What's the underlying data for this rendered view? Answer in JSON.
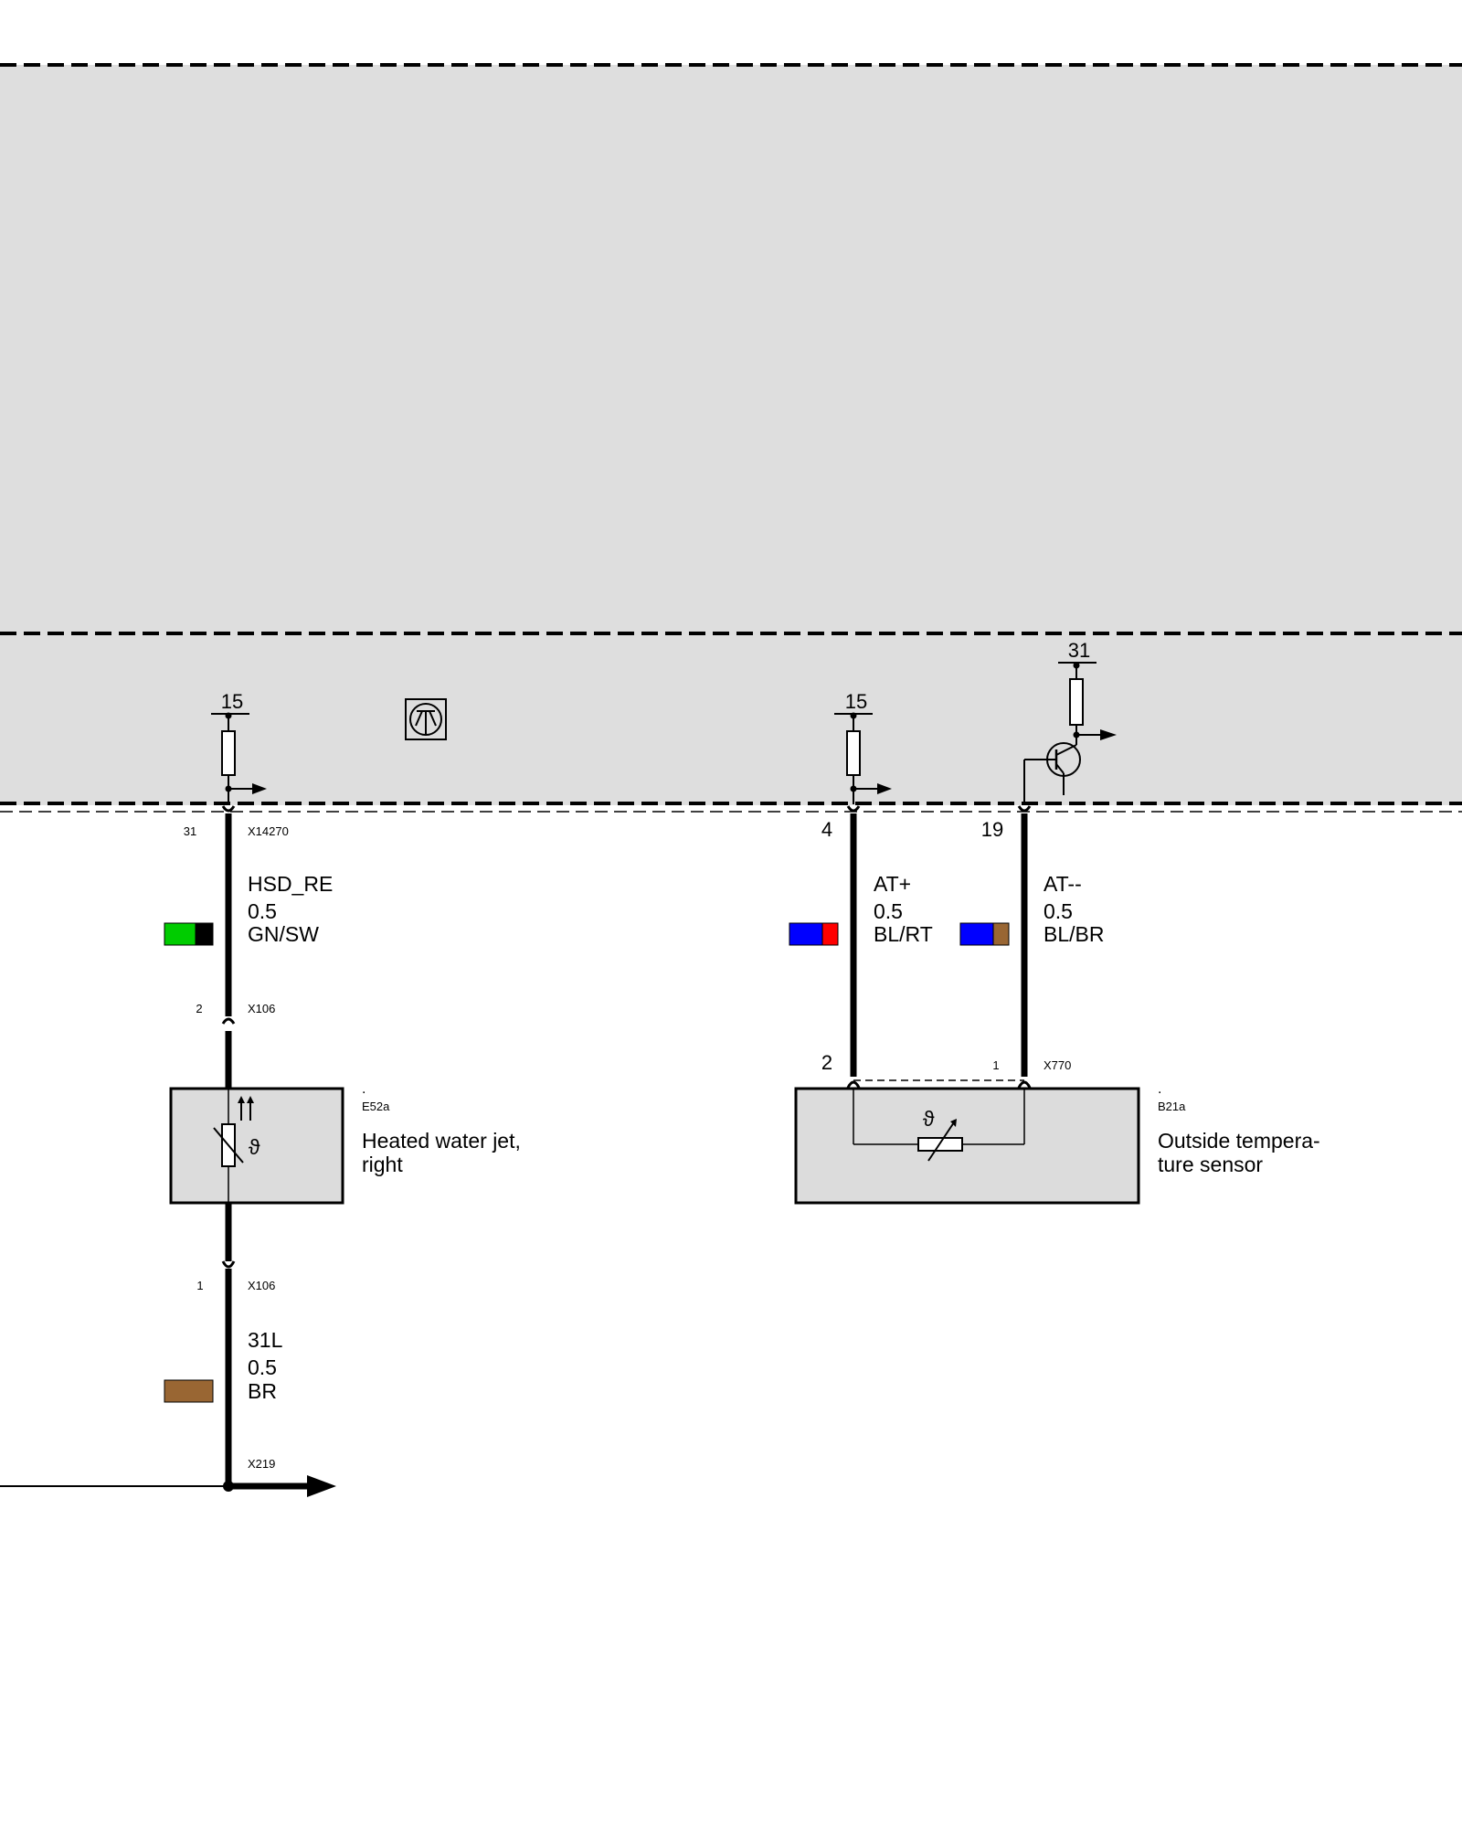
{
  "colors": {
    "module_fill": "#dedede",
    "component_fill": "#dcdcdc",
    "wire": "#000000",
    "GN": "#00cc00",
    "SW": "#000000",
    "BL": "#0000ff",
    "RT": "#ff0000",
    "BR": "#996633"
  },
  "circuit_left": {
    "supply_terminal": "15",
    "pin_top": "31",
    "connector_top": "X14270",
    "wire1": {
      "name": "HSD_RE",
      "gauge": "0.5",
      "color_code": "GN/SW",
      "colors": [
        "GN",
        "SW"
      ]
    },
    "pin_mid_top": "2",
    "connector_mid_top": "X106",
    "component": {
      "dot": ".",
      "id": "E52a",
      "desc_line1": "Heated water jet,",
      "desc_line2": "right",
      "symbol": "heating-resistor-icon"
    },
    "pin_mid_bottom": "1",
    "connector_mid_bottom": "X106",
    "wire2": {
      "name": "31L",
      "gauge": "0.5",
      "color_code": "BR",
      "colors": [
        "BR"
      ]
    },
    "connector_ground": "X219"
  },
  "circuit_right": {
    "supply_terminal_plus": "15",
    "supply_terminal_minus": "31",
    "pin_a": "4",
    "pin_b": "19",
    "wire_a": {
      "name": "AT+",
      "gauge": "0.5",
      "color_code": "BL/RT",
      "colors": [
        "BL",
        "RT"
      ]
    },
    "wire_b": {
      "name": "AT--",
      "gauge": "0.5",
      "color_code": "BL/BR",
      "colors": [
        "BL",
        "BR"
      ]
    },
    "pin_sensor_a": "2",
    "pin_sensor_b": "1",
    "connector_sensor": "X770",
    "component": {
      "dot": ".",
      "id": "B21a",
      "desc_line1": "Outside tempera-",
      "desc_line2": "ture sensor",
      "symbol": "ntc-thermistor-icon"
    }
  },
  "module": {
    "symbol": "transistor-output-icon"
  }
}
